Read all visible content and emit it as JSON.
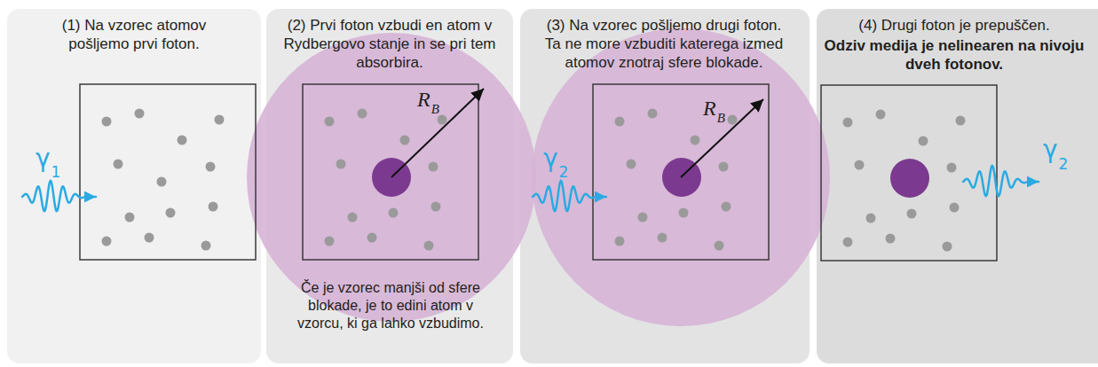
{
  "diagram": {
    "nodes": [
      {
        "text": [
          "(1) Na vzorec atomov pošljemo prvi foton."
        ]
      },
      {
        "text": [
          "(2) Prvi foton vzbudi en atom v Rydbergovo stanje in se pri tem absorbira.",
          "Če je vzorec manjši od sfere blokade, je to edini atom v vzorcu, ki ga lahko vzbudimo."
        ]
      },
      {
        "text": [
          "(3) Na vzorec pošljemo drugi foton. Ta ne more vzbuditi katerega izmed atomov znotraj sfere blokade."
        ]
      },
      {
        "text": [
          "(4) Drugi foton je prepuščen.",
          "Odziv medija je nelinearen na nivoju dveh fotonov."
        ]
      }
    ],
    "labels": [
      "γ",
      "1",
      "R",
      "B",
      "γ",
      "2",
      "R",
      "B",
      "γ",
      "2"
    ]
  }
}
